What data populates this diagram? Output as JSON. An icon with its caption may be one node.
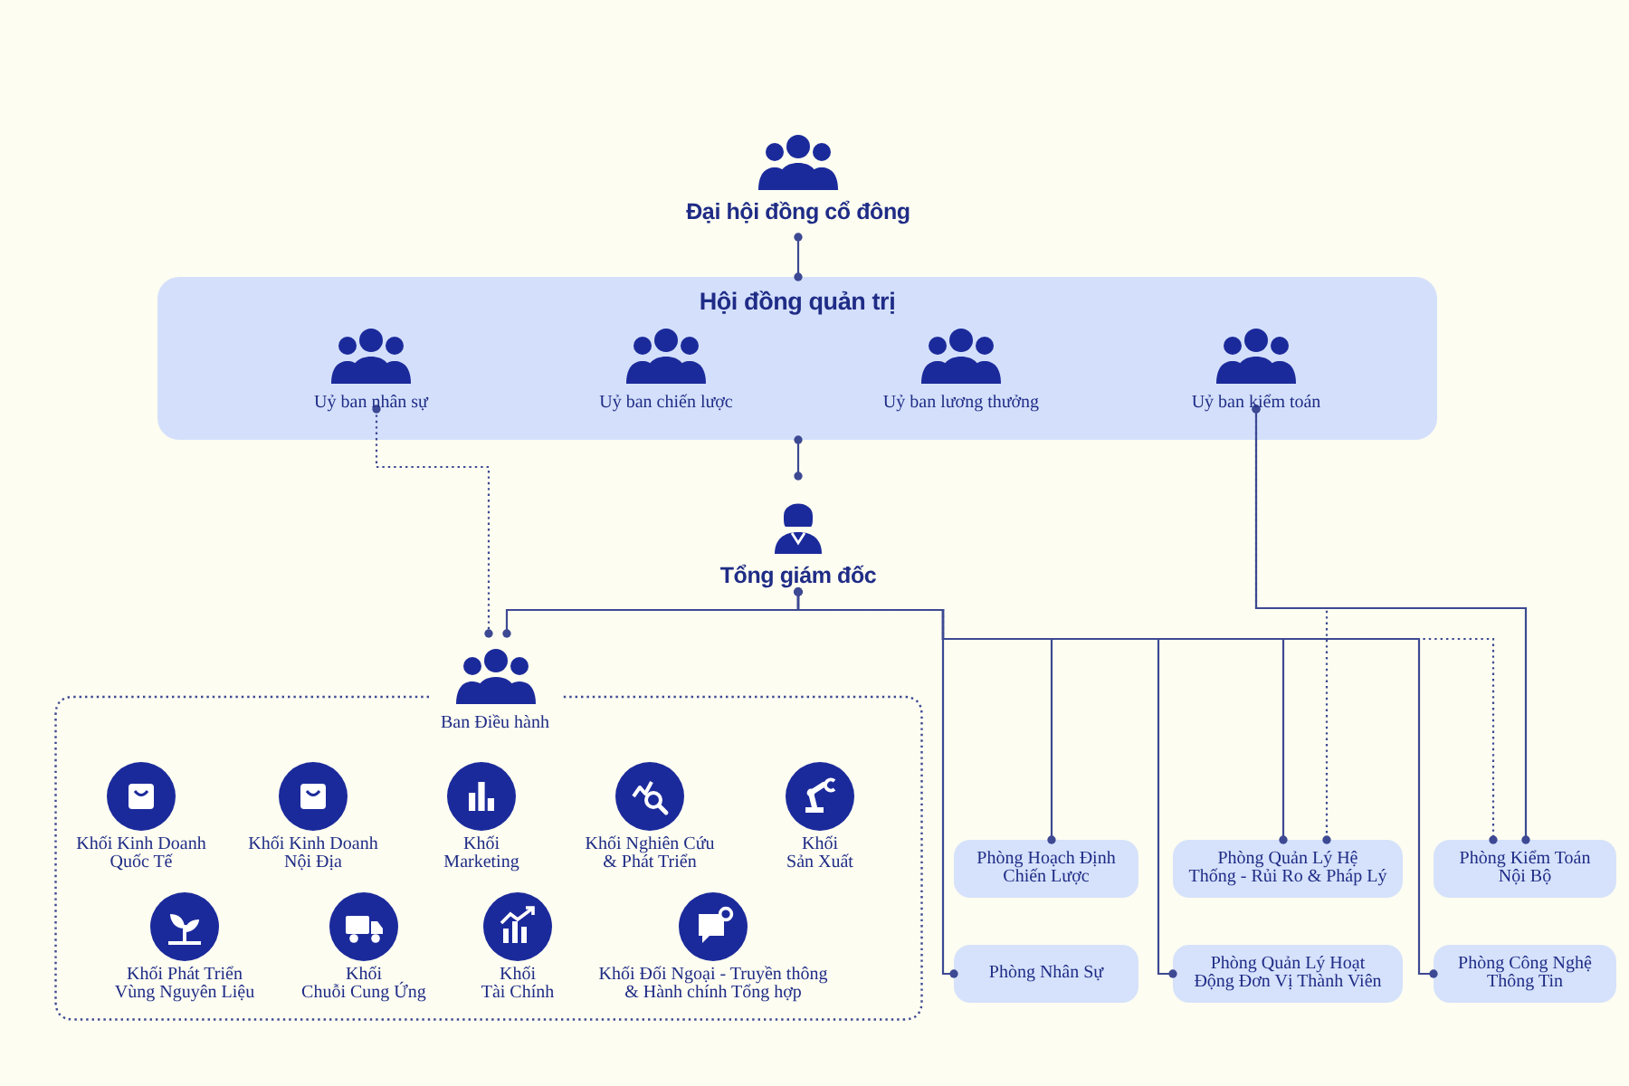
{
  "diagram": {
    "nodes": [
      {
        "text": [
          "Đại hội đồng cổ đông"
        ]
      },
      {
        "text": [
          "Hội đồng quản trị"
        ]
      },
      {
        "text": [
          "Uỷ ban nhân sự"
        ],
        "in": 1
      },
      {
        "text": [
          "Uỷ ban chiến lược"
        ],
        "in": 1
      },
      {
        "text": [
          "Uỷ ban lương thưởng"
        ],
        "in": 1
      },
      {
        "text": [
          "Uỷ ban kiểm toán"
        ],
        "in": 1
      },
      {
        "text": [
          "Tổng giám đốc"
        ]
      },
      {
        "text": [
          "Ban Điều hành"
        ]
      },
      {
        "text": [
          "Khối Kinh Doanh Quốc Tế"
        ],
        "in": 7
      },
      {
        "text": [
          "Khối Kinh Doanh Nội Địa"
        ],
        "in": 7
      },
      {
        "text": [
          "Khối Marketing"
        ],
        "in": 7
      },
      {
        "text": [
          "Khối Nghiên Cứu & Phát Triển"
        ],
        "in": 7
      },
      {
        "text": [
          "Khối Sản Xuất"
        ],
        "in": 7
      },
      {
        "text": [
          "Khối Phát Triển Vùng Nguyên Liệu"
        ],
        "in": 7
      },
      {
        "text": [
          "Khối Chuỗi Cung Ứng"
        ],
        "in": 7
      },
      {
        "text": [
          "Khối Tài Chính"
        ],
        "in": 7
      },
      {
        "text": [
          "Khối Đối Ngoại - Truyền thông & Hành chính Tổng hợp"
        ],
        "in": 7
      },
      {
        "text": [
          "Phòng Hoạch Định Chiến Lược"
        ]
      },
      {
        "text": [
          "Phòng Quản Lý Hệ Thống - Rủi Ro & Pháp Lý"
        ]
      },
      {
        "text": [
          "Phòng Kiểm Toán Nội Bộ"
        ]
      },
      {
        "text": [
          "Phòng Nhân Sự"
        ]
      },
      {
        "text": [
          "Phòng Quản Lý Hoạt Động Đơn Vị Thành Viên"
        ]
      },
      {
        "text": [
          "Phòng Công Nghệ Thông Tin"
        ]
      }
    ],
    "edges": [
      {
        "from": 0,
        "to": 1,
        "arrow": "other"
      },
      {
        "from": 1,
        "to": 6,
        "arrow": "other"
      },
      {
        "from": 2,
        "to": 7,
        "arrow": "other",
        "style": "dashed"
      },
      {
        "from": 6,
        "to": 7,
        "arrow": "other"
      },
      {
        "from": 6,
        "to": 20,
        "arrow": "other"
      },
      {
        "from": 6,
        "to": 17,
        "arrow": "other"
      },
      {
        "from": 6,
        "to": 21,
        "arrow": "other"
      },
      {
        "from": 6,
        "to": 18,
        "arrow": "other"
      },
      {
        "from": 6,
        "to": 22,
        "arrow": "other"
      },
      {
        "from": 6,
        "to": 19,
        "arrow": "other",
        "style": "dashed"
      },
      {
        "from": 5,
        "to": 19,
        "arrow": "other"
      },
      {
        "from": 5,
        "to": 18,
        "arrow": "other",
        "style": "dashed"
      }
    ]
  }
}
